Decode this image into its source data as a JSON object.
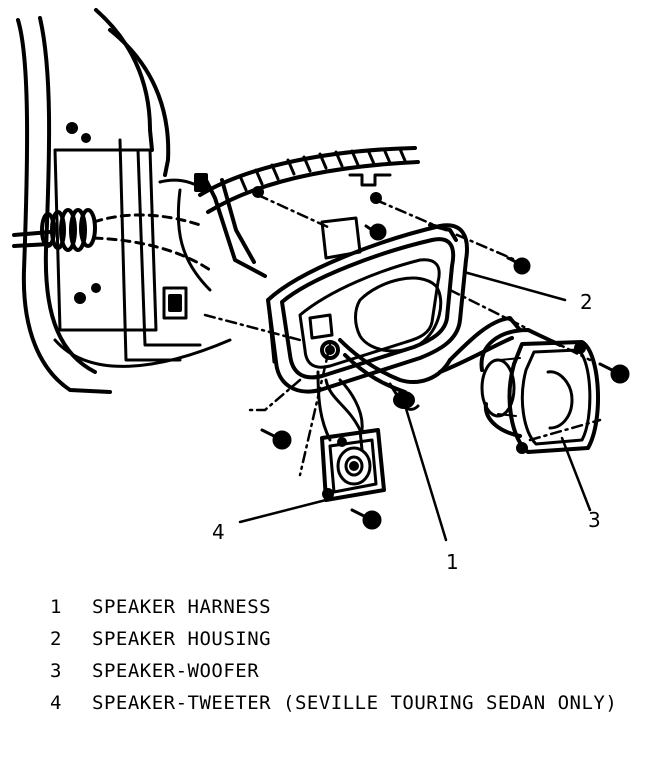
{
  "callouts": [
    {
      "id": "1",
      "label": "1"
    },
    {
      "id": "2",
      "label": "2"
    },
    {
      "id": "3",
      "label": "3"
    },
    {
      "id": "4",
      "label": "4"
    }
  ],
  "legend": [
    {
      "num": "1",
      "text": "SPEAKER HARNESS"
    },
    {
      "num": "2",
      "text": "SPEAKER HOUSING"
    },
    {
      "num": "3",
      "text": "SPEAKER-WOOFER"
    },
    {
      "num": "4",
      "text": "SPEAKER-TWEETER (SEVILLE TOURING SEDAN ONLY)"
    }
  ]
}
